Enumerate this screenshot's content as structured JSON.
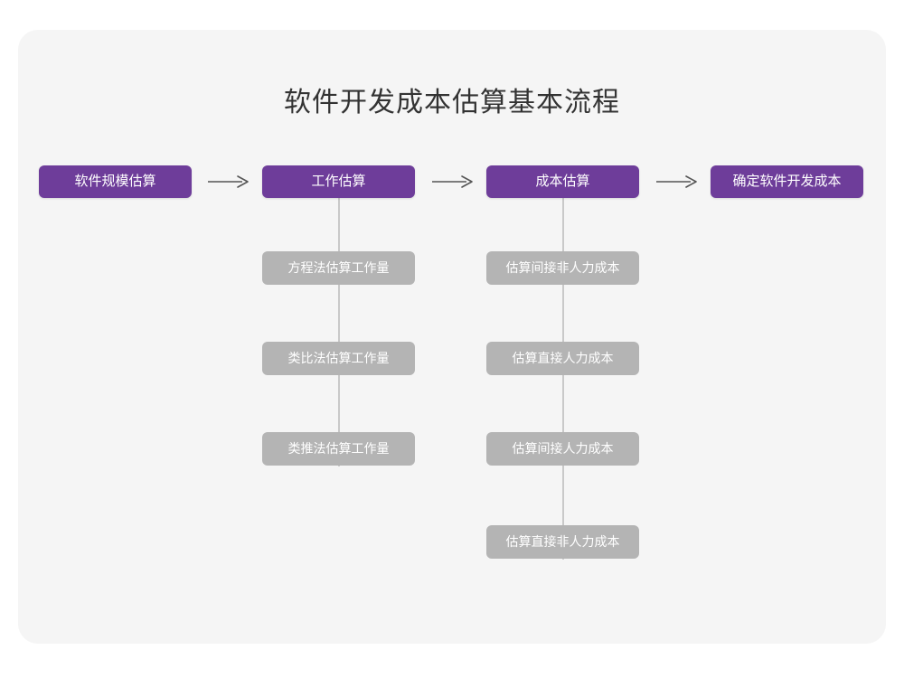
{
  "page": {
    "title": "软件开发成本估算基本流程",
    "background_color": "#ffffff",
    "card_color": "#f5f5f5",
    "accent_color": "#6e3d9a",
    "secondary_color": "#b4b4b4",
    "connector_color": "#c9c9c9",
    "title_color": "#333333"
  },
  "chart_data": {
    "type": "diagram",
    "title": "软件开发成本估算基本流程",
    "orientation": "horizontal-flow-with-vertical-substeps",
    "stages": [
      {
        "id": "stage-1",
        "label": "软件规模估算",
        "substeps": []
      },
      {
        "id": "stage-2",
        "label": "工作估算",
        "substeps": [
          "方程法估算工作量",
          "类比法估算工作量",
          "类推法估算工作量"
        ]
      },
      {
        "id": "stage-3",
        "label": "成本估算",
        "substeps": [
          "估算间接非人力成本",
          "估算直接人力成本",
          "估算间接人力成本",
          "估算直接非人力成本"
        ]
      },
      {
        "id": "stage-4",
        "label": "确定软件开发成本",
        "substeps": []
      }
    ],
    "connectors": [
      {
        "id": "arrow-1",
        "from": "stage-1",
        "to": "stage-2",
        "glyph": "arrow-right"
      },
      {
        "id": "arrow-2",
        "from": "stage-2",
        "to": "stage-3",
        "glyph": "arrow-right"
      },
      {
        "id": "arrow-3",
        "from": "stage-3",
        "to": "stage-4",
        "glyph": "arrow-right"
      }
    ]
  },
  "flow": {
    "stage1": {
      "label": "软件规模估算"
    },
    "stage2": {
      "label": "工作估算",
      "sub": [
        {
          "label": "方程法估算工作量"
        },
        {
          "label": "类比法估算工作量"
        },
        {
          "label": "类推法估算工作量"
        }
      ]
    },
    "stage3": {
      "label": "成本估算",
      "sub": [
        {
          "label": "估算间接非人力成本"
        },
        {
          "label": "估算直接人力成本"
        },
        {
          "label": "估算间接人力成本"
        },
        {
          "label": "估算直接非人力成本"
        }
      ]
    },
    "stage4": {
      "label": "确定软件开发成本"
    }
  }
}
